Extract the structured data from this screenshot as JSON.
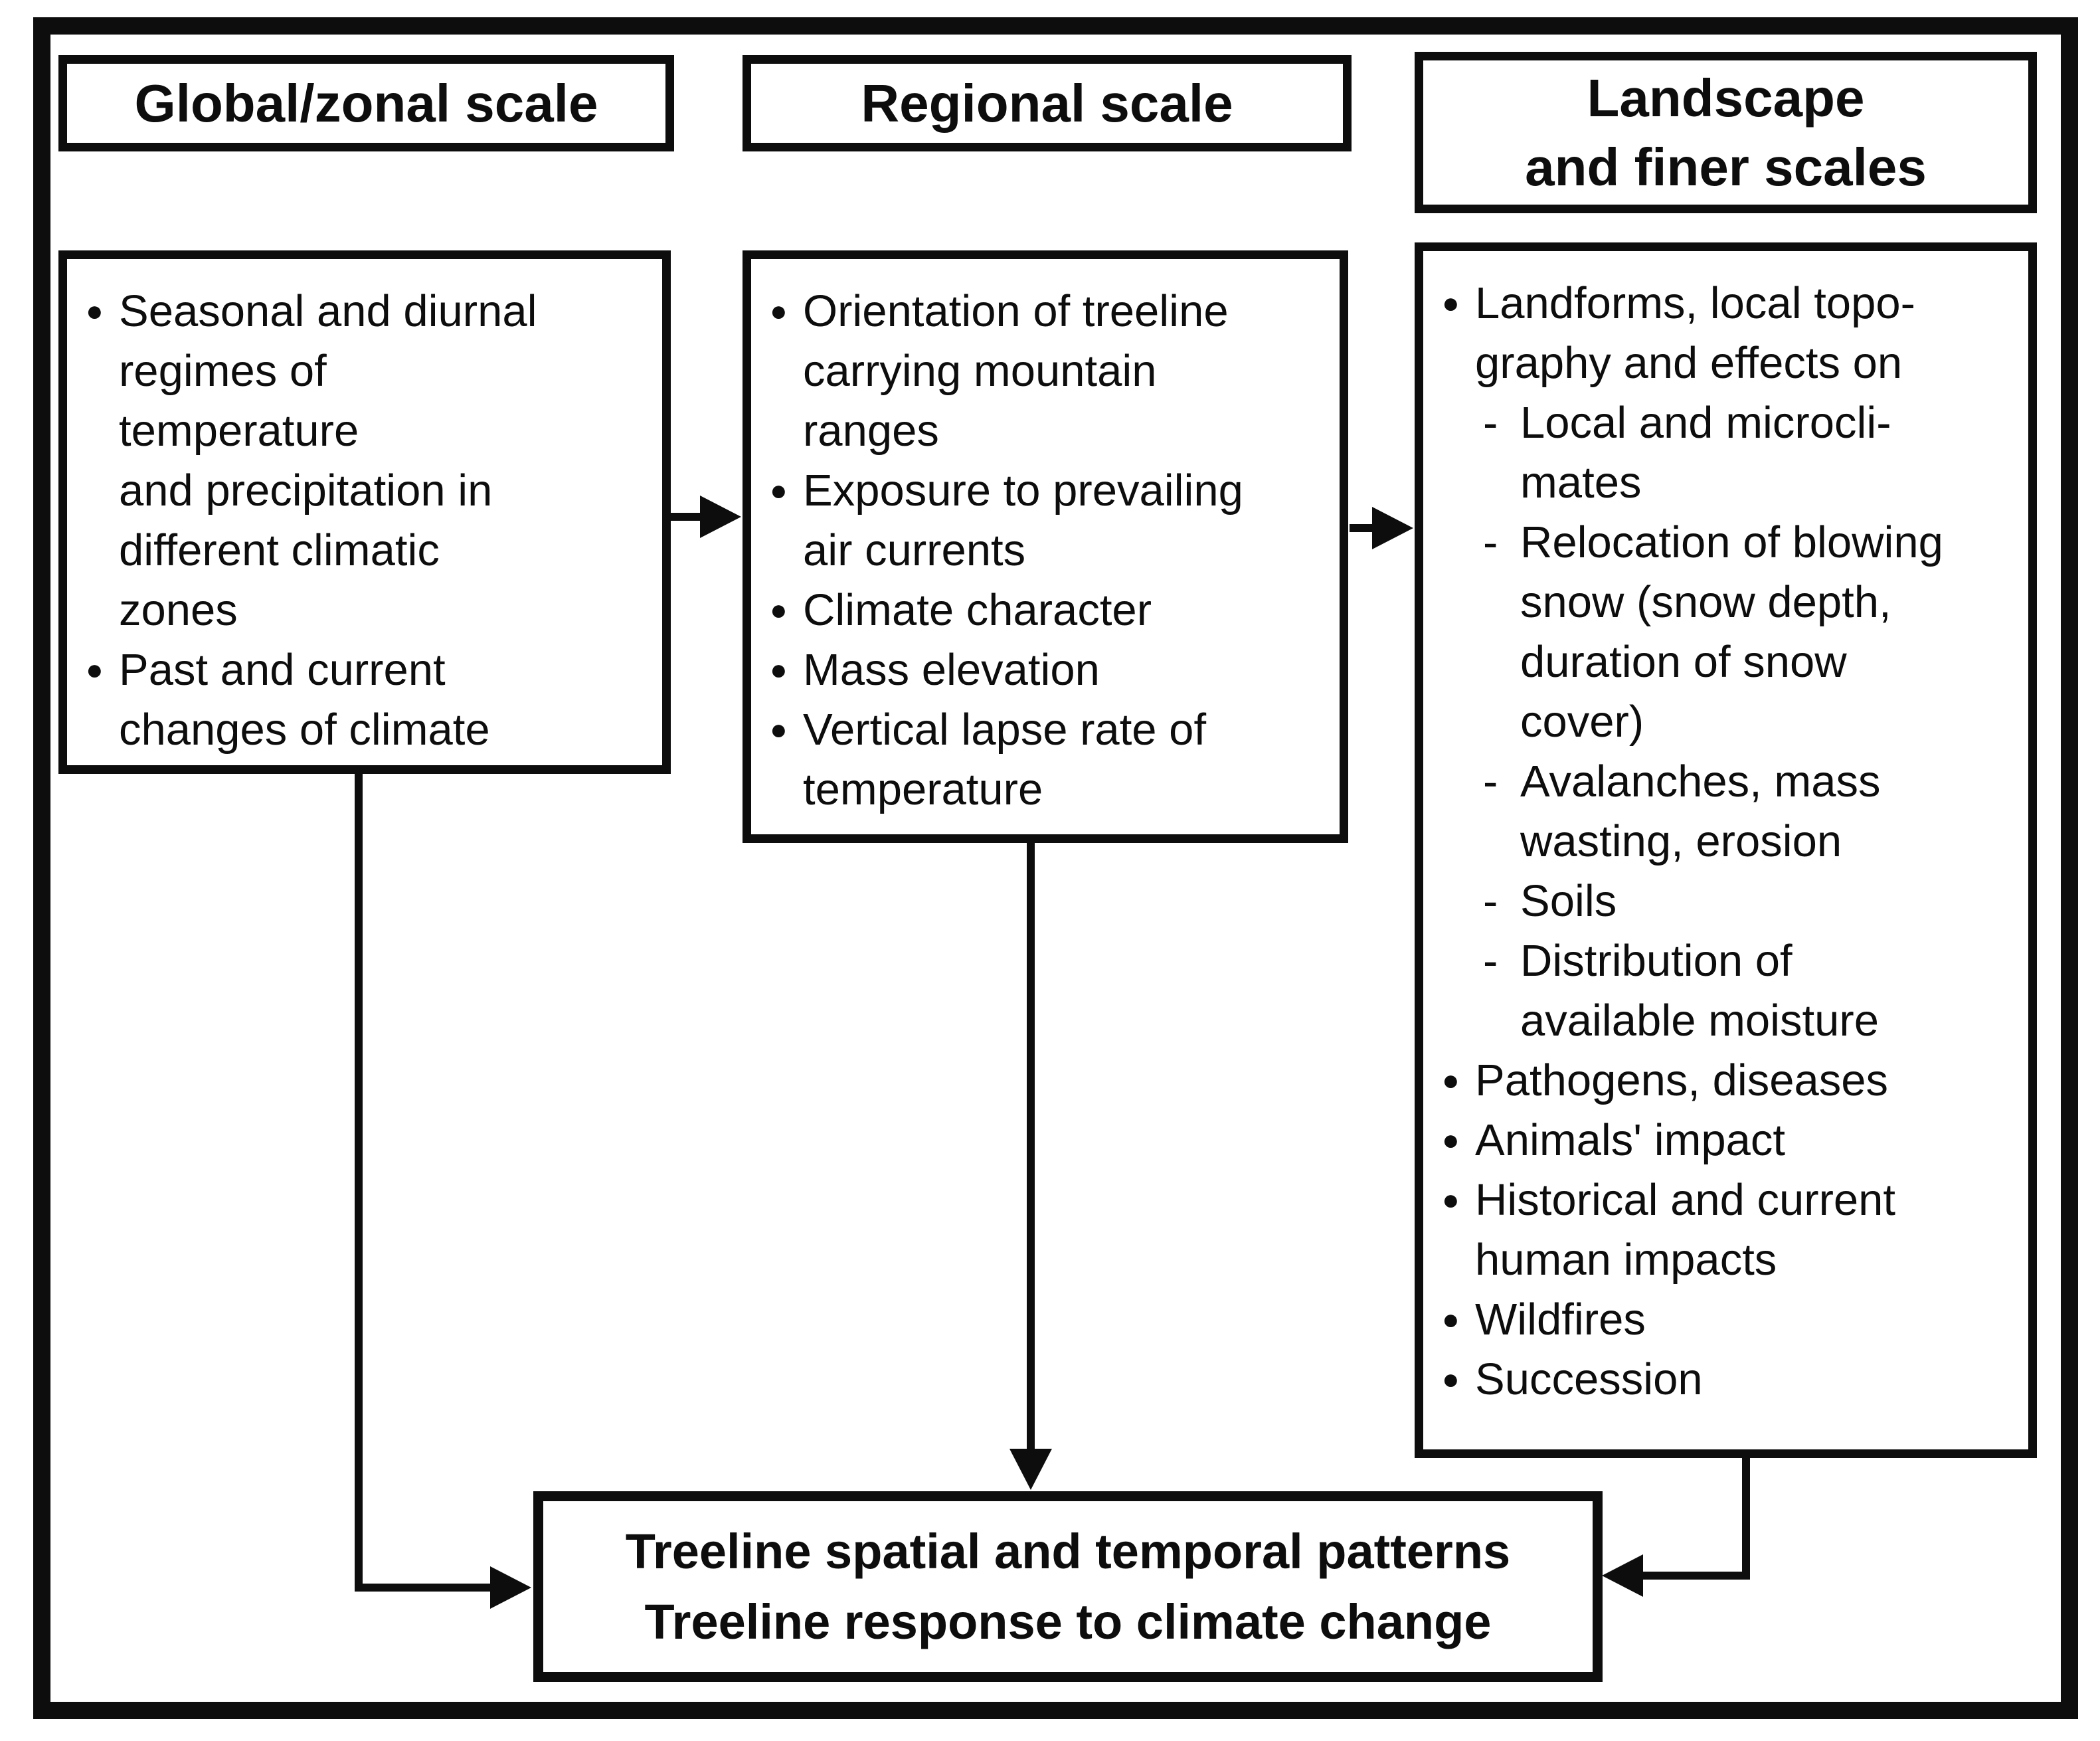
{
  "markers": {
    "bullet": "●",
    "dash": "-"
  },
  "colors": {
    "ink": "#0d0d0d",
    "paper": "#ffffff"
  },
  "diagram": {
    "columns": [
      {
        "id": "global-zonal",
        "header": "Global/zonal scale",
        "items": [
          {
            "marker": "bullet",
            "text": "Seasonal and diurnal\nregimes of\ntemperature\nand precipitation in\ndifferent climatic\nzones"
          },
          {
            "marker": "bullet",
            "text": "Past and current\nchanges of climate"
          }
        ]
      },
      {
        "id": "regional",
        "header": "Regional scale",
        "items": [
          {
            "marker": "bullet",
            "text": "Orientation of treeline\ncarrying mountain\nranges"
          },
          {
            "marker": "bullet",
            "text": "Exposure to prevailing\nair currents"
          },
          {
            "marker": "bullet",
            "text": "Climate character"
          },
          {
            "marker": "bullet",
            "text": "Mass elevation"
          },
          {
            "marker": "bullet",
            "text": "Vertical lapse rate of\ntemperature"
          }
        ]
      },
      {
        "id": "landscape-finer",
        "header": "Landscape\nand finer scales",
        "items": [
          {
            "marker": "bullet",
            "text": "Landforms, local topo-\ngraphy and effects on"
          },
          {
            "marker": "dash",
            "text": "Local and microcli-\nmates"
          },
          {
            "marker": "dash",
            "text": "Relocation of blowing\nsnow (snow depth,\nduration of snow\ncover)"
          },
          {
            "marker": "dash",
            "text": "Avalanches, mass\nwasting, erosion"
          },
          {
            "marker": "dash",
            "text": "Soils"
          },
          {
            "marker": "dash",
            "text": "Distribution of\navailable moisture"
          },
          {
            "marker": "bullet",
            "text": "Pathogens, diseases"
          },
          {
            "marker": "bullet",
            "text": "Animals' impact"
          },
          {
            "marker": "bullet",
            "text": "Historical and current\nhuman impacts"
          },
          {
            "marker": "bullet",
            "text": "Wildfires"
          },
          {
            "marker": "bullet",
            "text": "Succession"
          }
        ]
      }
    ],
    "outcome": {
      "line1": "Treeline spatial and temporal patterns",
      "line2": "Treeline response to climate change"
    }
  }
}
